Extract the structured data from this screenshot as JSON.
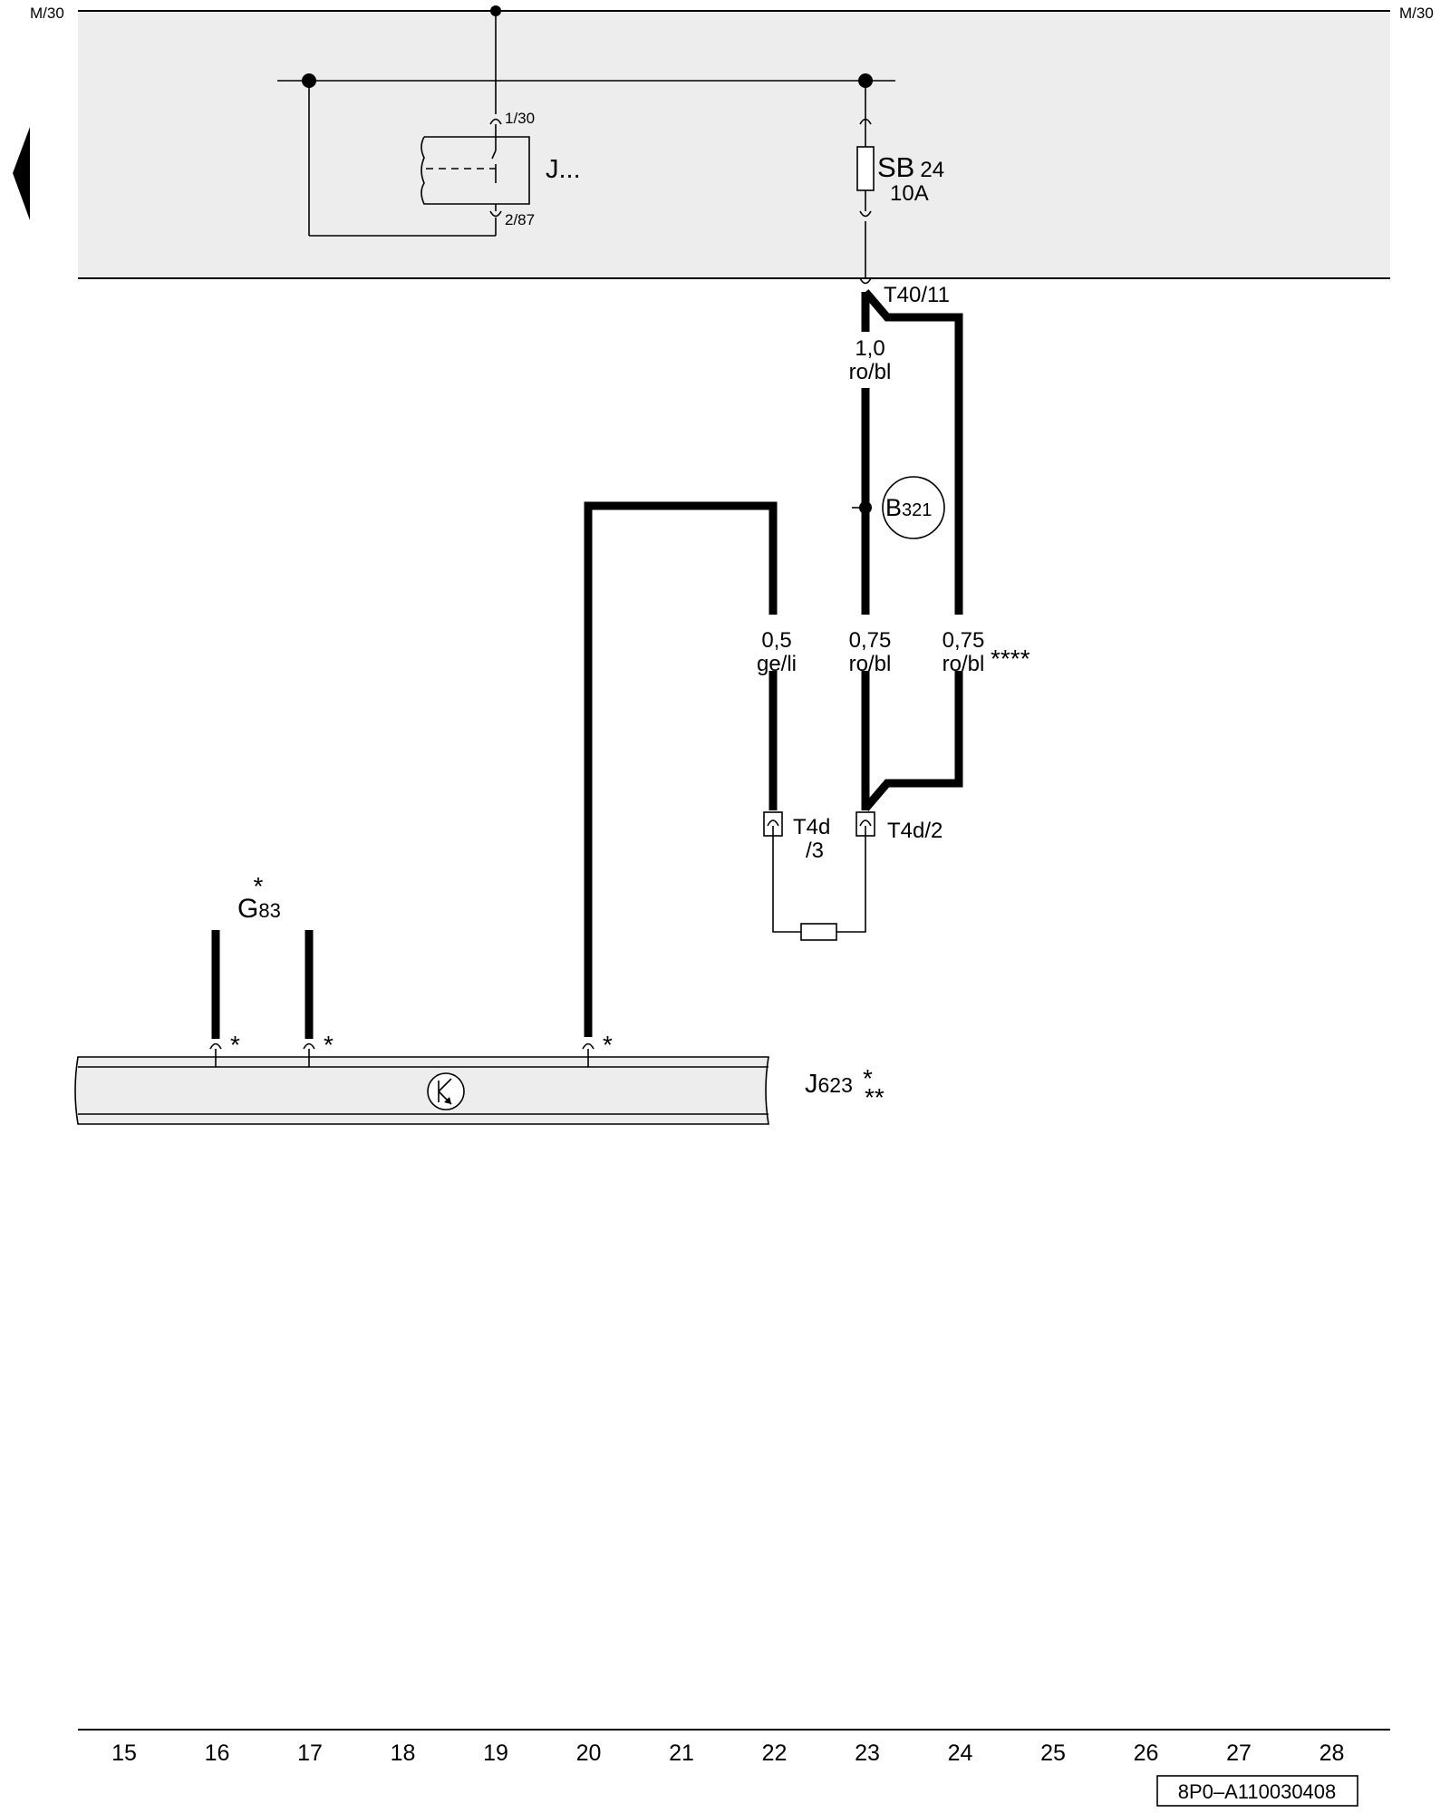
{
  "rails": {
    "top_left": "M/30",
    "top_right": "M/30"
  },
  "relay": {
    "label": "J...",
    "pin_top": "1/30",
    "pin_bottom": "2/87"
  },
  "fuse": {
    "name": "SB",
    "number": "24",
    "rating": "10A"
  },
  "connectors": {
    "t40_11": "T40/11",
    "t4d3_main": "T4d",
    "t4d3_sub": "/3",
    "t4d2": "T4d/2"
  },
  "wires": {
    "w1": {
      "size": "1,0",
      "color": "ro/bl"
    },
    "w2": {
      "size": "0,5",
      "color": "ge/li"
    },
    "w3": {
      "size": "0,75",
      "color": "ro/bl"
    },
    "w4": {
      "size": "0,75",
      "color": "ro/bl",
      "note": "****"
    }
  },
  "splice": {
    "letter": "B",
    "number": "321"
  },
  "sensor": {
    "letter": "G",
    "number": "83",
    "star": "*"
  },
  "control_unit": {
    "letter": "J",
    "number": "623",
    "star1": "*",
    "star2": "**"
  },
  "pin_stars": [
    "*",
    "*",
    "*"
  ],
  "scale": [
    "15",
    "16",
    "17",
    "18",
    "19",
    "20",
    "21",
    "22",
    "23",
    "24",
    "25",
    "26",
    "27",
    "28"
  ],
  "diagram_code": "8P0–A110030408",
  "colors": {
    "shaded_panel": "#ededed",
    "control_unit_fill": "#ededed",
    "ink": "#000000"
  }
}
